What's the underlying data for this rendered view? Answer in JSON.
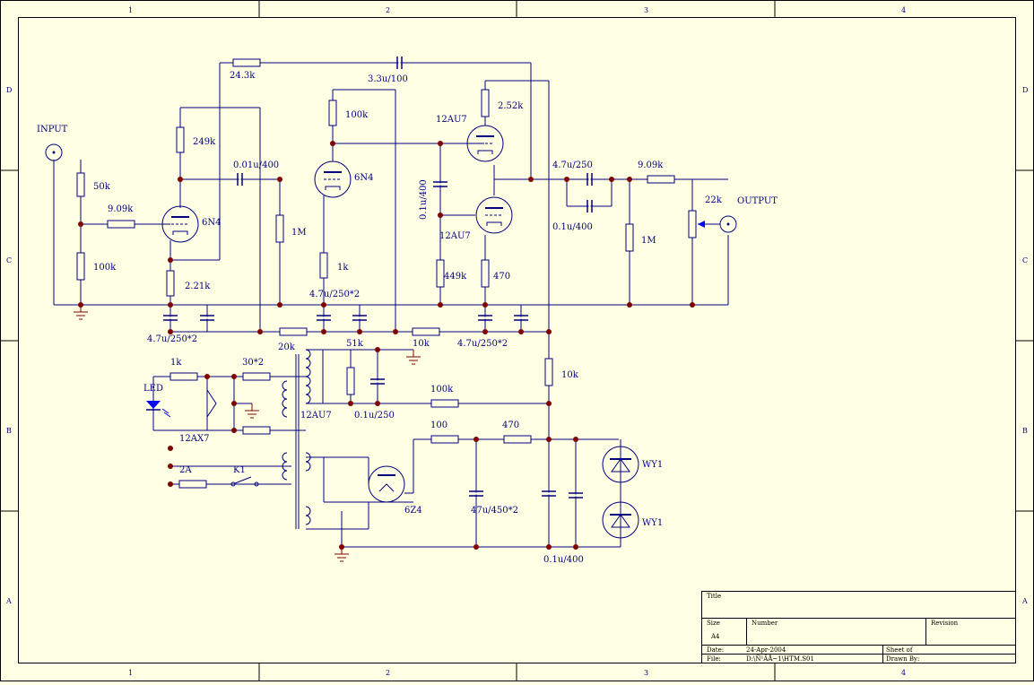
{
  "colors": {
    "background": "#ffffe3",
    "wire": "#000080",
    "component": "#000080",
    "node": "#800000",
    "ground": "#800000",
    "frame": "#000000"
  },
  "frame": {
    "columns": [
      "1",
      "2",
      "3",
      "4"
    ],
    "rows": [
      "D",
      "C",
      "B",
      "A"
    ]
  },
  "labels": {
    "input": "INPUT",
    "output": "OUTPUT",
    "r_50k": "50k",
    "r_9_09k_in": "9.09k",
    "r_100k_in": "100k",
    "r_249k": "249k",
    "r_24_3k": "24.3k",
    "r_2_21k": "2.21k",
    "c_4_7u_1": "4.7u/250*2",
    "tube_6n4_1": "6N4",
    "c_0_01u": "0.01u/400",
    "r_1m_1": "1M",
    "r_100k_2": "100k",
    "tube_6n4_2": "6N4",
    "r_1k": "1k",
    "c_4_7u_2": "4.7u/250*2",
    "c_3_3u": "3.3u/100",
    "r_20k": "20k",
    "r_51k": "51k",
    "r_10k_h": "10k",
    "c_4_7u_3": "4.7u/250*2",
    "tube_12au7_1": "12AU7",
    "r_2_52k": "2.52k",
    "c_0_1u_400_v": "0.1u/400",
    "tube_12au7_2": "12AU7",
    "r_449k": "449k",
    "r_470_tube": "470",
    "c_4_7u_250": "4.7u/250",
    "c_0_1u_400_out": "0.1u/400",
    "r_9_09k_out": "9.09k",
    "r_1m_out": "1M",
    "pot_22k": "22k",
    "r_10k_v": "10k",
    "r_1k_led": "1k",
    "led": "LED",
    "r_30_2": "30*2",
    "tube_12ax7": "12AX7",
    "xfmr_12au7": "12AU7",
    "c_0_1u_250": "0.1u/250",
    "r_100k_ps": "100k",
    "r_100_ps": "100",
    "r_470_ps": "470",
    "fuse_2a": "2A",
    "switch_k1": "K1",
    "tube_6z4": "6Z4",
    "c_47u": "47u/450*2",
    "c_0_1u_400_ps": "0.1u/400",
    "wy1_a": "WY1",
    "wy1_b": "WY1"
  },
  "title_block": {
    "title": "Title",
    "size_label": "Size",
    "size": "A4",
    "number_label": "Number",
    "revision_label": "Revision",
    "date_label": "Date:",
    "date": "24-Apr-2004",
    "sheet_label": "Sheet   of",
    "file_label": "File:",
    "file": "D:\\Ñ¹ÄÅ~1\\HTM.S01",
    "drawn_label": "Drawn By:"
  }
}
